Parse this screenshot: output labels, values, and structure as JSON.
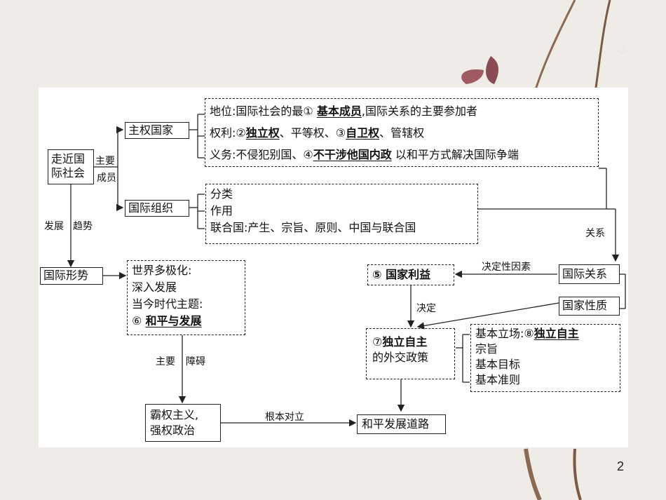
{
  "slide": {
    "corner_number": "-2-",
    "page_number": "2"
  },
  "nodes": {
    "root": {
      "line1": "走近国",
      "line2": "际社会"
    },
    "sovereign": "主权国家",
    "intl_org": "国际组织",
    "intl_situation": "国际形势",
    "national_interest": "⑤ 国家利益",
    "intl_relations": "国际关系",
    "national_nature": "国家性质",
    "foreign_policy": {
      "prefix": "⑦",
      "bold": "独立自主",
      "line2": "的外交政策"
    },
    "hegemony": {
      "line1": "霸权主义,",
      "line2": "强权政治"
    },
    "peace_road": "和平发展道路"
  },
  "sovereign_detail": {
    "status": {
      "pre": "地位:国际社会的最①",
      "answer": "基本成员",
      "post": ",国际关系的主要参加者"
    },
    "rights": {
      "pre": "权利:②",
      "a1": "独立权",
      "mid": "、平等权、③",
      "a2": "自卫权",
      "post": "、管辖权"
    },
    "duties": {
      "pre": "义务:不侵犯别国、④",
      "answer": "不干涉他国内政",
      "post": "以和平方式解决国际争端"
    }
  },
  "org_detail": {
    "l1": "分类",
    "l2": "作用",
    "l3": "联合国:产生、宗旨、原则、中国与联合国"
  },
  "situation_detail": {
    "l1": "世界多极化:",
    "l2": "深入发展",
    "l3": "当今时代主题:",
    "l4_pre": "⑥",
    "l4_answer": "和平与发展"
  },
  "policy_detail": {
    "l1_pre": "基本立场:⑧",
    "l1_answer": "独立自主",
    "l2": "宗旨",
    "l3": "基本目标",
    "l4": "基本准则"
  },
  "edge_labels": {
    "main": "主要",
    "members": "成员",
    "develop": "发展",
    "trend": "趋势",
    "relation": "关系",
    "decisive_factor": "决定性因素",
    "decide": "决定",
    "main2": "主要",
    "obstacle": "障碍",
    "opposition": "根本对立"
  }
}
